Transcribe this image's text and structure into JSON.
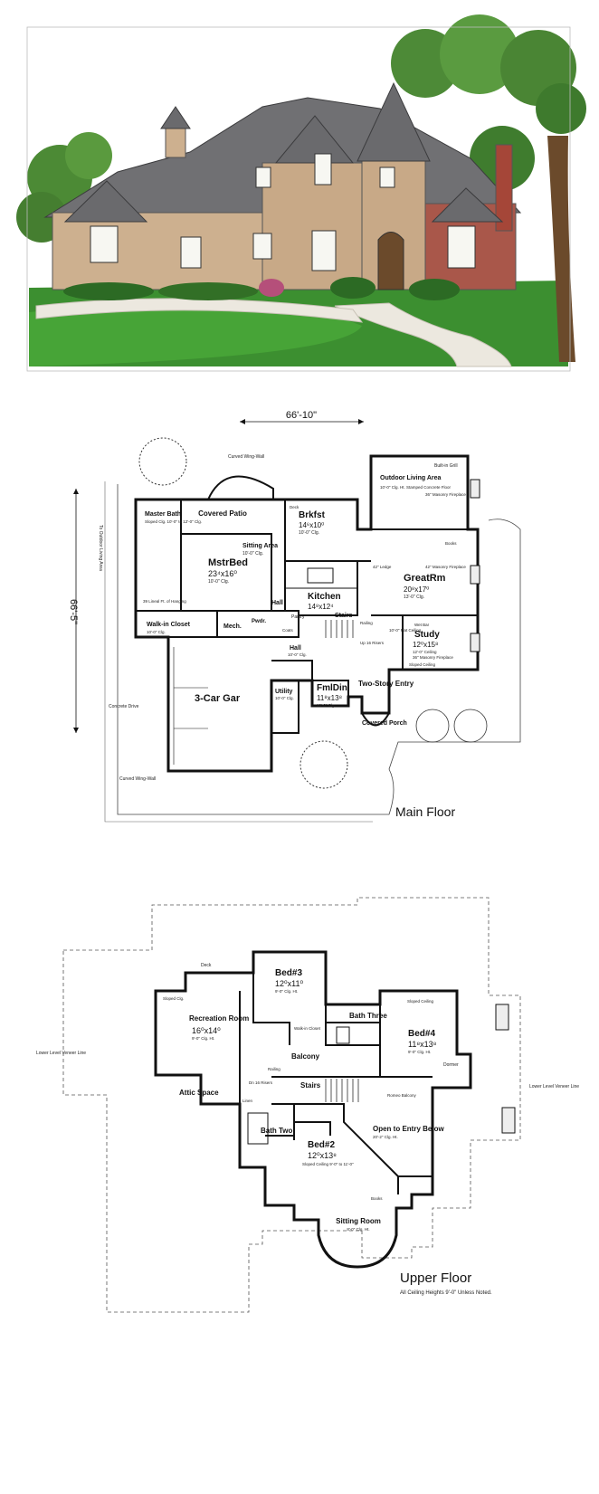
{
  "palette": {
    "sky": "#ffffff",
    "stone": "#c9a98a",
    "brick": "#a8493a",
    "roof": "#6e6e70",
    "grass": "#2f8a2a",
    "tree": "#3f7a2e",
    "path": "#e8e4dc",
    "wall": "#111111"
  },
  "main_floor": {
    "title": "Main Floor",
    "width_dim": "66'-10\"",
    "depth_dim": "66'-5\"",
    "to_outdoor_note": "To Outdoor Living Area",
    "concrete_drive": "Concrete Drive",
    "curved_wing_wall_top": "Curved Wing-Wall",
    "curved_wing_wall_bottom": "Curved Wing-Wall",
    "rooms": {
      "master_bath": "Master Bath",
      "master_bath_note": "Sloped Clg. 10'-0\" to 12'-0\" Clg.",
      "mstrbed": "MstrBed",
      "mstrbed_dim": "23⁴x16⁰",
      "mstrbed_note": "10'-0\" Clg.",
      "covered_patio": "Covered Patio",
      "sitting_area": "Sitting Area",
      "sitting_area_note": "10'-0\" Clg.",
      "brkfst": "Brkfst",
      "brkfst_dim": "14⁶x10⁰",
      "brkfst_note": "10'-0\" Clg.",
      "kitchen": "Kitchen",
      "kitchen_dim": "14⁸x12⁴",
      "walk_in_closet": "Walk-in Closet",
      "walk_in_closet_note": "10'-0\" Clg.",
      "hanging_note": "39 Lineal Ft. of Hanging",
      "mech": "Mech.",
      "pwdr": "Pwdr.",
      "hall_upper": "Hall",
      "hall_lower": "Hall",
      "hall_lower_note": "10'-0\" Clg.",
      "stairs": "Stairs",
      "up_risers": "Up 16 Risers",
      "garage": "3-Car Gar",
      "utility": "Utility",
      "utility_note": "10'-0\" Clg.",
      "fmldin": "FmlDin",
      "fmldin_dim": "11⁸x13⁸",
      "fmldin_note": "10'-0\" Clg.",
      "two_story_entry": "Two-Story Entry",
      "covered_porch": "Covered Porch",
      "outdoor_living": "Outdoor Living Area",
      "outdoor_living_note": "10'-0\" Clg. Ht. Stamped Concrete Floor",
      "built_in_grill": "Built-in Grill",
      "masonry_fireplace_1": "36\" Masonry Fireplace",
      "greatrm": "GreatRm",
      "greatrm_dim": "20⁸x17⁰",
      "greatrm_note": "13'-0\" Clg.",
      "masonry_fireplace_2": "42\" Masonry Fireplace",
      "ledge": "42\" Ledge",
      "study": "Study",
      "study_dim": "12⁰x15⁸",
      "study_note": "12'-0\" Ceiling",
      "masonry_fireplace_3": "36\" Masonry Fireplace",
      "wet_bar": "Wet Bar",
      "flat_ceiling": "10'-0\" Flat Ceiling",
      "sloped_ceiling": "Sloped Ceiling",
      "books": "Books",
      "railing": "Railing",
      "pantry": "Pantry",
      "coats": "Coats",
      "deck": "Deck"
    }
  },
  "upper_floor": {
    "title": "Upper Floor",
    "footnote": "All Ceiling Heights 9'-0\" Unless Noted.",
    "lower_level_left": "Lower Level Veneer Line",
    "lower_level_right": "Lower Level Veneer Line",
    "rooms": {
      "deck": "Deck",
      "recreation": "Recreation Room",
      "recreation_dim": "16⁰x14⁰",
      "recreation_note": "9'-0\" Clg. Ht.",
      "sloped_clg": "Sloped Clg.",
      "attic_space": "Attic Space",
      "bed3": "Bed#3",
      "bed3_dim": "12⁰x11⁰",
      "bed3_note": "9'-0\" Clg. Ht.",
      "bath_three": "Bath Three",
      "walk_in_closet": "Walk-in Closet",
      "balcony": "Balcony",
      "bed4": "Bed#4",
      "bed4_dim": "11⁸x13⁸",
      "bed4_note": "9'-0\" Clg. Ht.",
      "sloped_ceiling": "Sloped Ceiling",
      "dormer": "Dormer",
      "stairs": "Stairs",
      "dn_risers": "Dn 16 Risers",
      "railing": "Railing",
      "romeo_balcony": "Romeo Balcony",
      "linen": "Linen",
      "bath_two": "Bath Two",
      "bed2": "Bed#2",
      "bed2_dim": "12⁰x13⁸",
      "bed2_note": "Sloped Ceiling 9'-0\" to 11'-0\"",
      "open_to_entry": "Open to Entry Below",
      "open_to_entry_note": "20'-2\" Clg. Ht.",
      "sitting_room": "Sitting Room",
      "sitting_room_note": "8'-0\" Clg. Ht.",
      "books": "Books"
    }
  }
}
